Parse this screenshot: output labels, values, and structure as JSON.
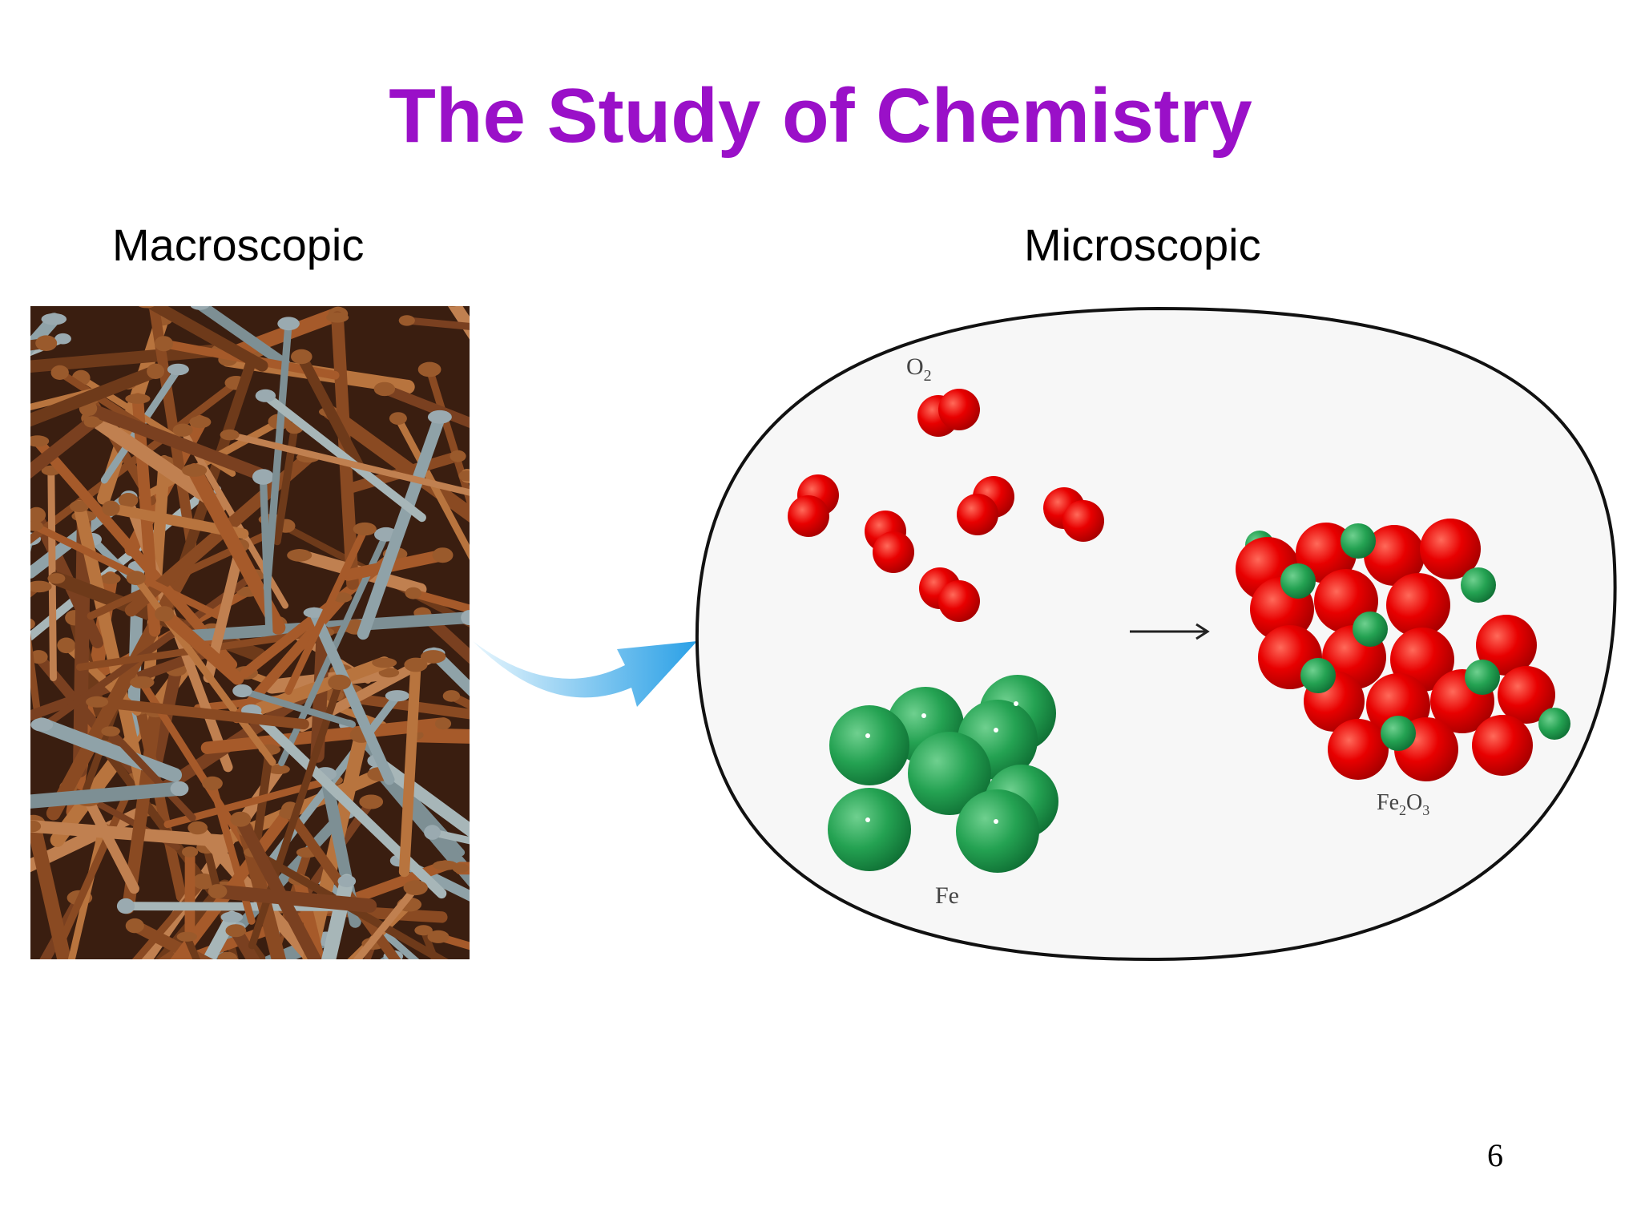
{
  "slide": {
    "title": "The Study of Chemistry",
    "left_label": "Macroscopic",
    "right_label": "Microscopic",
    "page_number": "6"
  },
  "diagram": {
    "o2_label": "O",
    "o2_subscript": "2",
    "fe_label": "Fe",
    "fe2o3_label_part1": "Fe",
    "fe2o3_sub1": "2",
    "fe2o3_label_part2": "O",
    "fe2o3_sub2": "3"
  },
  "colors": {
    "title": "#9a10c8",
    "oxygen": "#e20000",
    "iron": "#1fa04c",
    "arrow": "#3aaee8",
    "rust": "#8a4a22"
  },
  "icons": {
    "transition_arrow": "curved-arrow-icon",
    "reaction_arrow": "right-arrow-icon"
  }
}
